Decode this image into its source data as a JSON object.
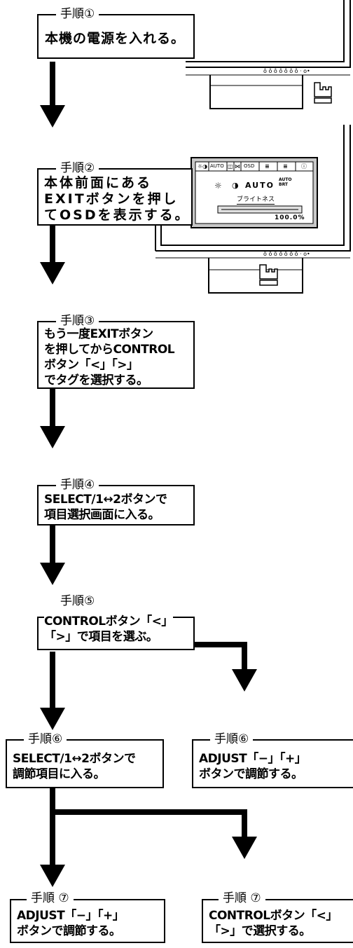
{
  "steps": [
    {
      "title": "手順①",
      "text": "本機の電源を入れる。"
    },
    {
      "title": "手順②",
      "text": "本体前面にある\nEXITボタンを押し\nてOSDを表示する。"
    },
    {
      "title": "手順③",
      "text": "もう一度EXITボタン\nを押してからCONTROL\nボタン「<」「>」\nでタグを選択する。"
    },
    {
      "title": "手順④",
      "text": "SELECT/1↔2ボタンで\n項目選択画面に入る。"
    },
    {
      "title": "手順⑤",
      "text": "CONTROLボタン「<」\n「>」で項目を選ぶ。"
    },
    {
      "title": "手順⑥",
      "text": "SELECT/1↔2ボタンで\n調節項目に入る。"
    },
    {
      "title": "手順⑥",
      "text": "ADJUST「−」「+」\nボタンで調節する。"
    },
    {
      "title": "手順 ⑦",
      "text": "ADJUST「−」「+」\nボタンで調節する。"
    },
    {
      "title": "手順 ⑦",
      "text": "CONTROLボタン「<」\n「>」で選択する。"
    }
  ],
  "osd": {
    "tabs": [
      "☼◑",
      "AUTO",
      "◫",
      "⋈",
      "OSD",
      "≡",
      "≡",
      "ⓘ"
    ],
    "icons": [
      "☼",
      "◑"
    ],
    "auto_label": "AUTO",
    "auto_brt_label": "AUTO\nBRT",
    "brightness_label": "ブライトネス",
    "brightness_value": "100.0%",
    "brightness_level": 1.0
  },
  "colors": {
    "line": "#000000",
    "background": "#ffffff",
    "osd_frame": "#c8c8c8",
    "osd_bar": "#e0e0e0"
  }
}
